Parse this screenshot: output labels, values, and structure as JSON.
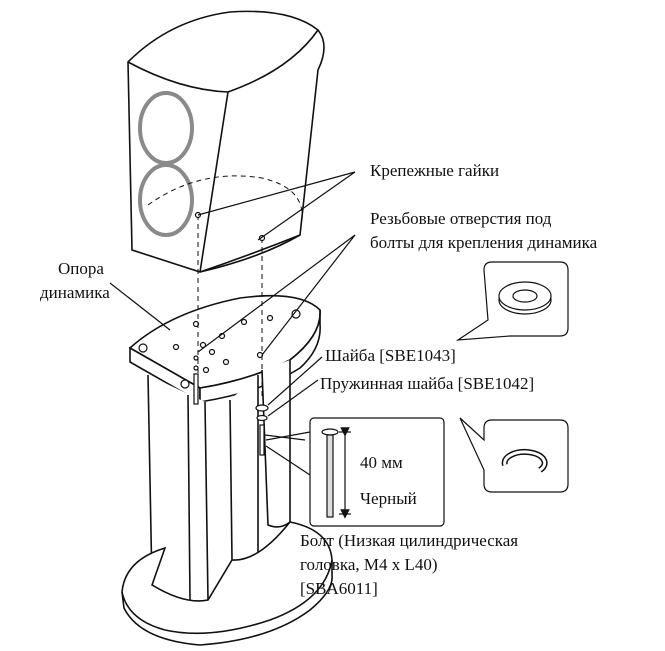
{
  "labels": {
    "nuts": "Крепежные гайки",
    "holes_line1": "Резьбовые отверстия под",
    "holes_line2": "болты для крепления динамика",
    "stand_line1": "Опора",
    "stand_line2": "динамика",
    "washer": "Шайба [SBE1043]",
    "spring_washer": "Пружинная шайба [SBE1042]",
    "bolt_line1": "Болт (Низкая цилиндрическая",
    "bolt_line2": "головка, M4 x L40)",
    "bolt_line3": "[SBA6011]"
  },
  "bolt_detail": {
    "length": "40 мм",
    "color": "Черный"
  }
}
